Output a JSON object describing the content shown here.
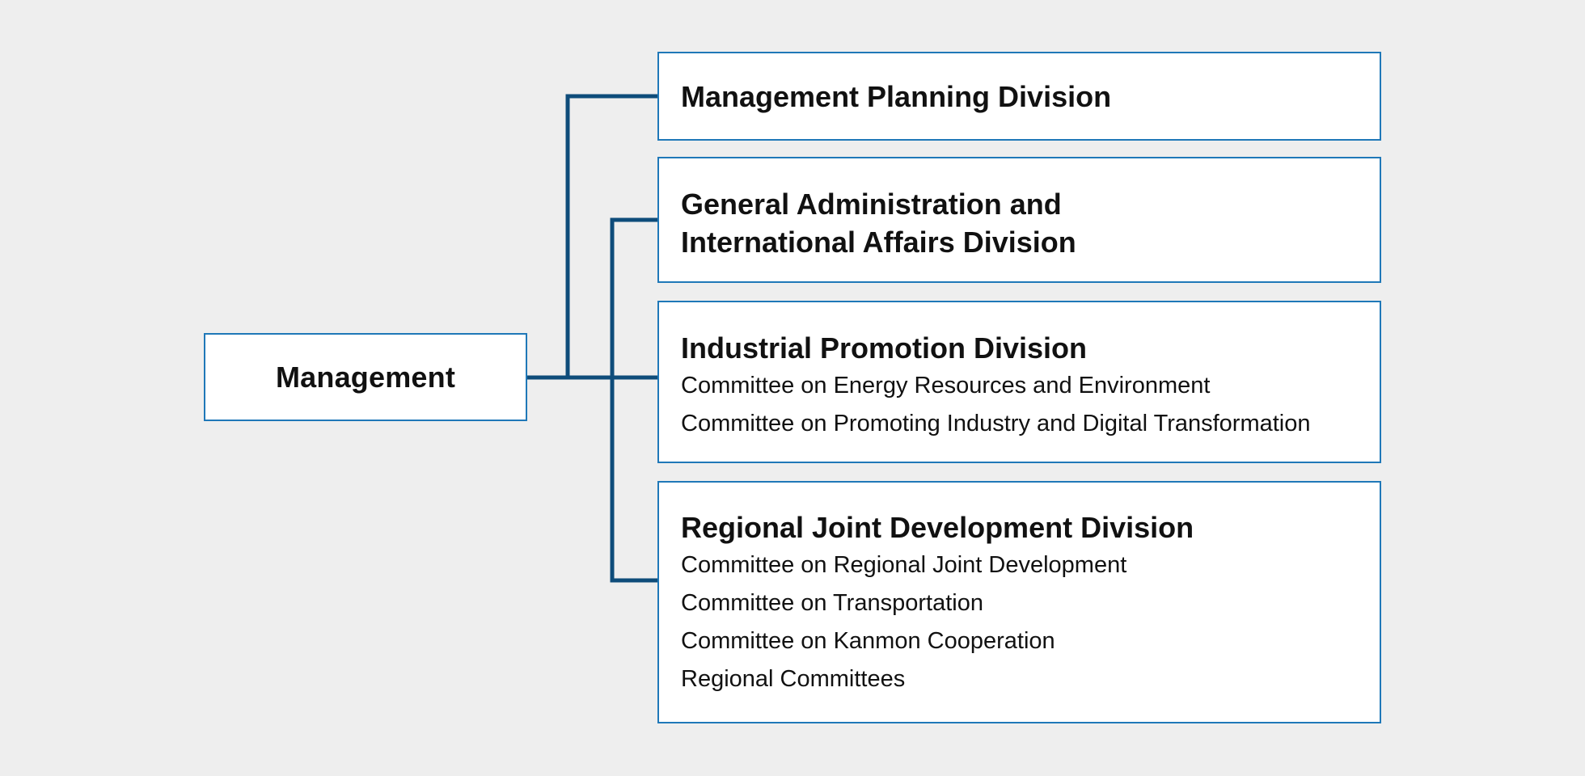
{
  "root": {
    "label": "Management"
  },
  "divisions": [
    {
      "title_lines": [
        "Management Planning Division"
      ],
      "committees": []
    },
    {
      "title_lines": [
        "General Administration and",
        "International Affairs Division"
      ],
      "committees": []
    },
    {
      "title_lines": [
        "Industrial Promotion Division"
      ],
      "committees": [
        "Committee on Energy Resources and Environment",
        "Committee on Promoting Industry and Digital Transformation"
      ]
    },
    {
      "title_lines": [
        "Regional Joint Development Division"
      ],
      "committees": [
        "Committee on Regional Joint Development",
        "Committee on Transportation",
        "Committee on Kanmon Cooperation",
        "Regional Committees"
      ]
    }
  ],
  "colors": {
    "background": "#eeeeee",
    "box_border": "#1f78b8",
    "connector": "#0e4c7a"
  }
}
